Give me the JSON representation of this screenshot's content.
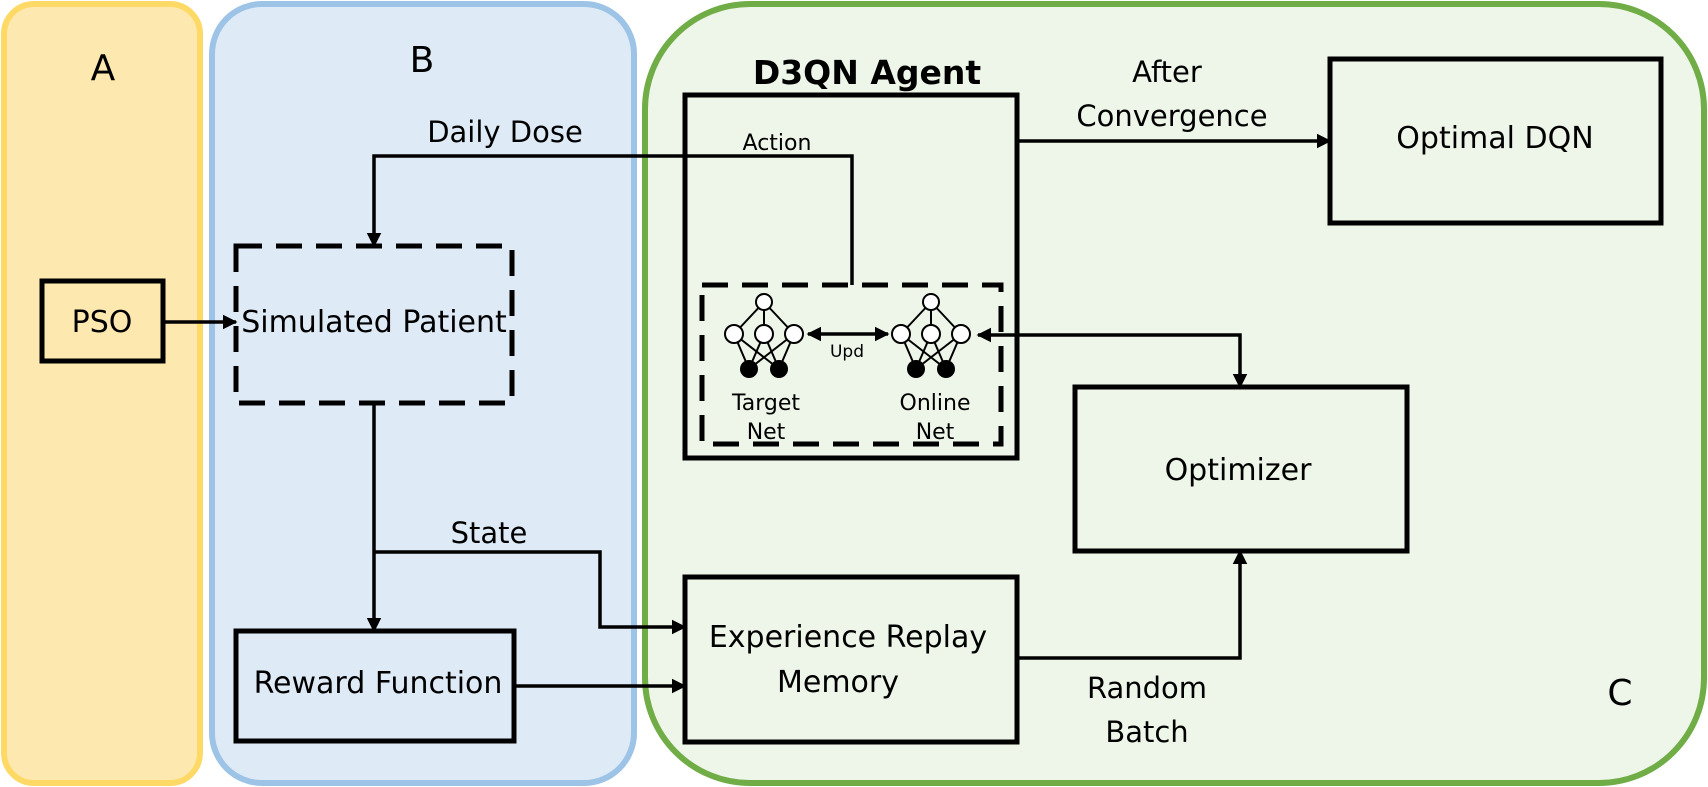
{
  "regions": {
    "a": {
      "label": "A",
      "fill": "#fde9b0",
      "stroke": "#ffd966"
    },
    "b": {
      "label": "B",
      "fill": "#deebf7",
      "stroke": "#9dc3e6"
    },
    "c": {
      "label": "C",
      "fill": "#eef6e9",
      "stroke": "#70ad47"
    }
  },
  "nodes": {
    "pso": "PSO",
    "simulated_patient": "Simulated Patient",
    "reward_function": "Reward Function",
    "agent_title": "D3QN Agent",
    "optimal_dqn": "Optimal DQN",
    "optimizer": "Optimizer",
    "experience_replay_line1": "Experience Replay",
    "experience_replay_line2": "Memory",
    "target_net_line1": "Target",
    "target_net_line2": "Net",
    "online_net_line1": "Online",
    "online_net_line2": "Net"
  },
  "edges": {
    "daily_dose": "Daily Dose",
    "action": "Action",
    "after_convergence_line1": "After",
    "after_convergence_line2": "Convergence",
    "state": "State",
    "random_batch_line1": "Random",
    "random_batch_line2": "Batch",
    "upd": "Upd"
  },
  "icons": [
    "neural-network-icon",
    "neural-network-icon"
  ]
}
